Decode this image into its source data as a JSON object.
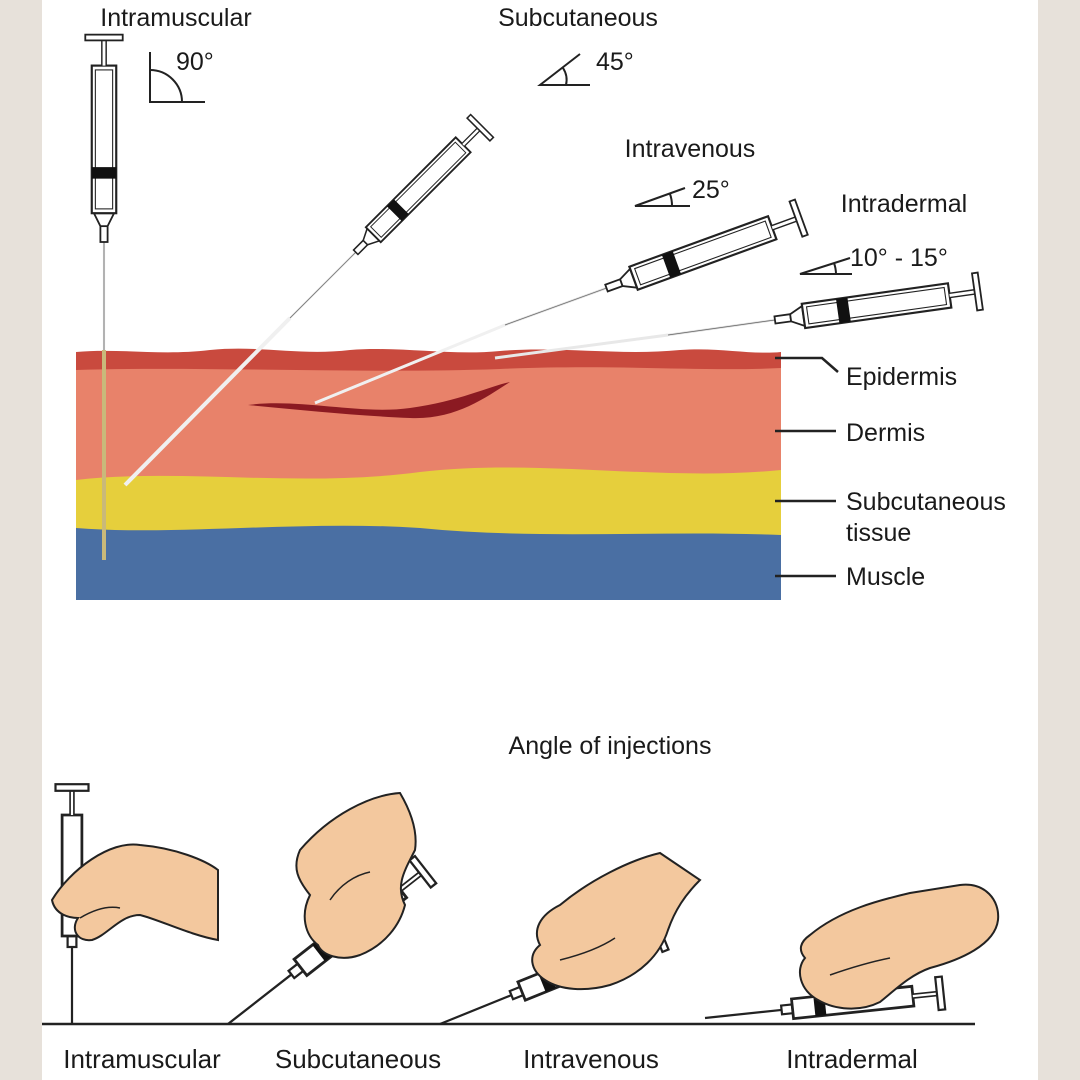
{
  "top_diagram": {
    "techniques": [
      {
        "label": "Intramuscular",
        "angle": "90°"
      },
      {
        "label": "Subcutaneous",
        "angle": "45°"
      },
      {
        "label": "Intravenous",
        "angle": "25°"
      },
      {
        "label": "Intradermal",
        "angle": "10° - 15°"
      }
    ],
    "layers": [
      {
        "label": "Epidermis",
        "color": "#c94a3e"
      },
      {
        "label": "Dermis",
        "color": "#e8826a"
      },
      {
        "label": "Subcutaneous tissue",
        "color": "#e6cf3c"
      },
      {
        "label": "Muscle",
        "color": "#4a6fa3"
      }
    ]
  },
  "bottom_diagram": {
    "title": "Angle of injections",
    "labels": [
      "Intramuscular",
      "Subcutaneous",
      "Intravenous",
      "Intradermal"
    ]
  },
  "colors": {
    "skin": "#f3c89e",
    "vein": "#8b1a22",
    "background_frame": "#e7e1da",
    "panel": "#ffffff"
  }
}
